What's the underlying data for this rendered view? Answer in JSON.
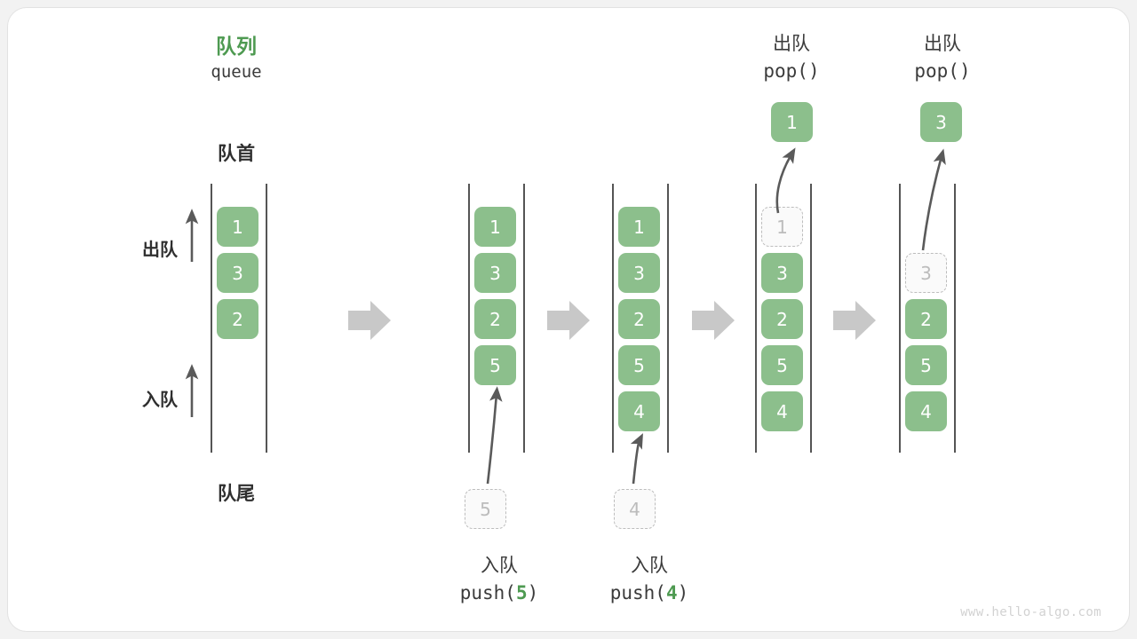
{
  "diagram": {
    "title_cn": "队列",
    "title_en": "queue",
    "head_label": "队首",
    "tail_label": "队尾",
    "dequeue_label": "出队",
    "enqueue_label": "入队",
    "watermark": "www.hello-algo.com",
    "colors": {
      "accent_green": "#4e9a51",
      "cell_green": "#8cbf8c",
      "ghost_gray": "#bdbdbd",
      "rail_gray": "#555555",
      "flow_arrow_gray": "#c8c8c8",
      "text_dark": "#3b3b3b",
      "card_bg": "#ffffff",
      "page_bg": "#f2f2f2"
    }
  },
  "columns": [
    {
      "id": "initial",
      "cells": [
        {
          "value": "1",
          "state": "solid"
        },
        {
          "value": "3",
          "state": "solid"
        },
        {
          "value": "2",
          "state": "solid"
        }
      ],
      "op_cn": "",
      "op_code": "",
      "op_arg": "",
      "incoming": null,
      "outgoing": null
    },
    {
      "id": "push-5",
      "cells": [
        {
          "value": "1",
          "state": "solid"
        },
        {
          "value": "3",
          "state": "solid"
        },
        {
          "value": "2",
          "state": "solid"
        },
        {
          "value": "5",
          "state": "solid"
        }
      ],
      "op_cn": "入队",
      "op_code_prefix": "push(",
      "op_arg": "5",
      "op_code_suffix": ")",
      "incoming": {
        "value": "5",
        "state": "ghost"
      },
      "outgoing": null
    },
    {
      "id": "push-4",
      "cells": [
        {
          "value": "1",
          "state": "solid"
        },
        {
          "value": "3",
          "state": "solid"
        },
        {
          "value": "2",
          "state": "solid"
        },
        {
          "value": "5",
          "state": "solid"
        },
        {
          "value": "4",
          "state": "solid"
        }
      ],
      "op_cn": "入队",
      "op_code_prefix": "push(",
      "op_arg": "4",
      "op_code_suffix": ")",
      "incoming": {
        "value": "4",
        "state": "ghost"
      },
      "outgoing": null
    },
    {
      "id": "pop-1",
      "cells": [
        {
          "value": "1",
          "state": "ghost"
        },
        {
          "value": "3",
          "state": "solid"
        },
        {
          "value": "2",
          "state": "solid"
        },
        {
          "value": "5",
          "state": "solid"
        },
        {
          "value": "4",
          "state": "solid"
        }
      ],
      "op_cn": "出队",
      "op_code_prefix": "pop(",
      "op_arg": "",
      "op_code_suffix": ")",
      "incoming": null,
      "outgoing": {
        "value": "1",
        "state": "solid"
      }
    },
    {
      "id": "pop-3",
      "cells": [
        {
          "value": "3",
          "state": "ghost"
        },
        {
          "value": "2",
          "state": "solid"
        },
        {
          "value": "5",
          "state": "solid"
        },
        {
          "value": "4",
          "state": "solid"
        }
      ],
      "op_cn": "出队",
      "op_code_prefix": "pop(",
      "op_arg": "",
      "op_code_suffix": ")",
      "incoming": null,
      "outgoing": {
        "value": "3",
        "state": "solid"
      }
    }
  ]
}
